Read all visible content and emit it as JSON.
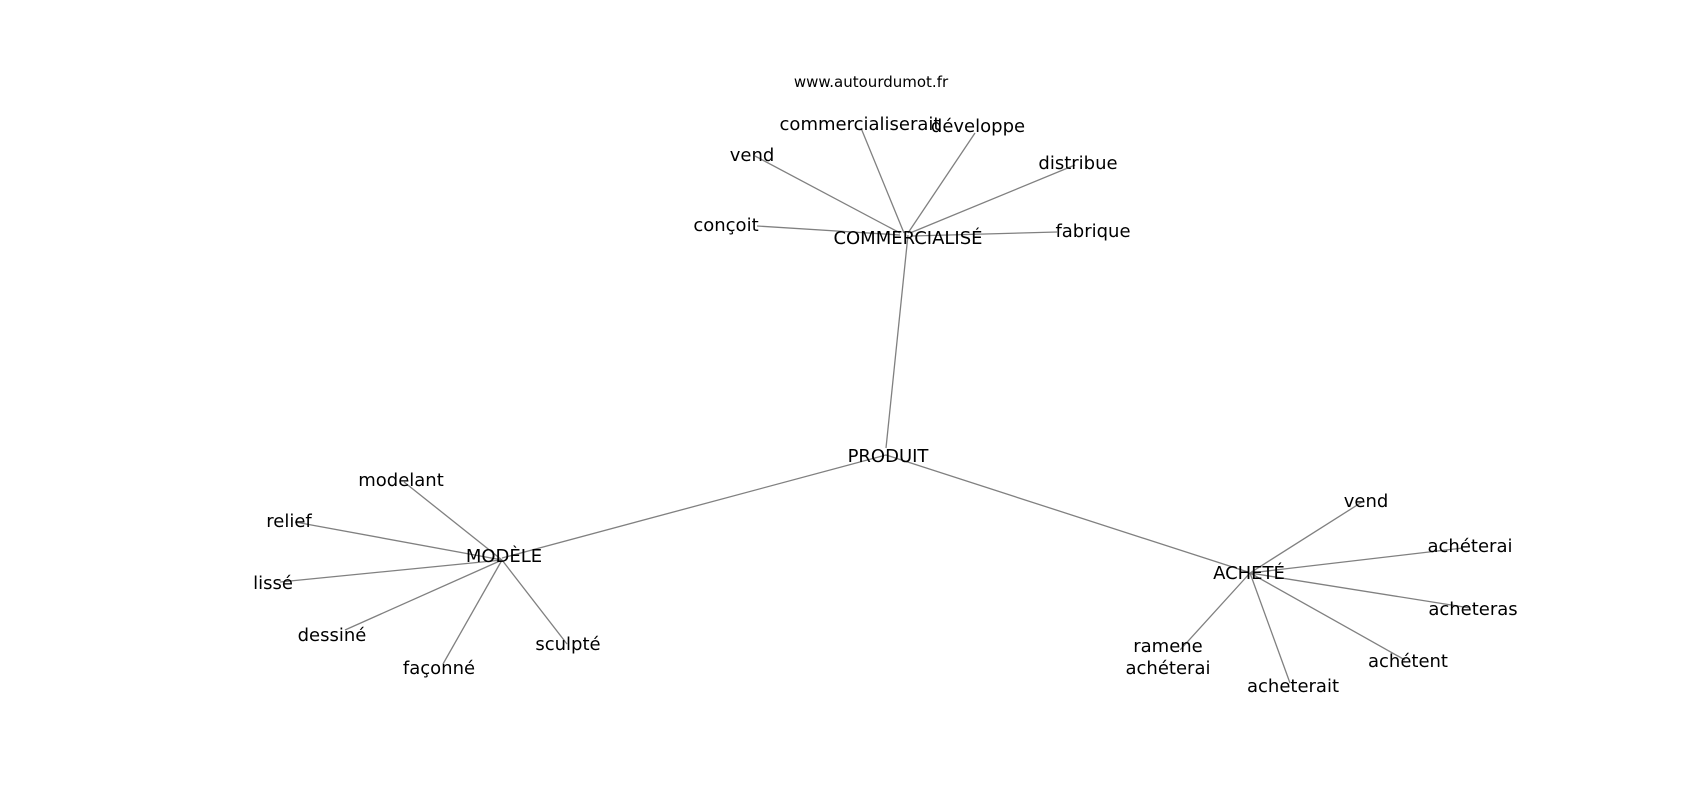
{
  "source": "www.autourdumot.fr",
  "center": "PRODUIT",
  "hubs": [
    {
      "label": "COMMERCIALISÉ",
      "leaves": [
        "commercialiserait",
        "développe",
        "vend",
        "distribue",
        "conçoit",
        "fabrique"
      ]
    },
    {
      "label": "MODÈLE",
      "leaves": [
        "modelant",
        "relief",
        "lissé",
        "dessiné",
        "façonné",
        "sculpté"
      ]
    },
    {
      "label": "ACHETÉ",
      "leaves": [
        "vend",
        "achéterai",
        "acheteras",
        "achétent",
        "acheterait",
        "ramene achéterai"
      ]
    }
  ]
}
